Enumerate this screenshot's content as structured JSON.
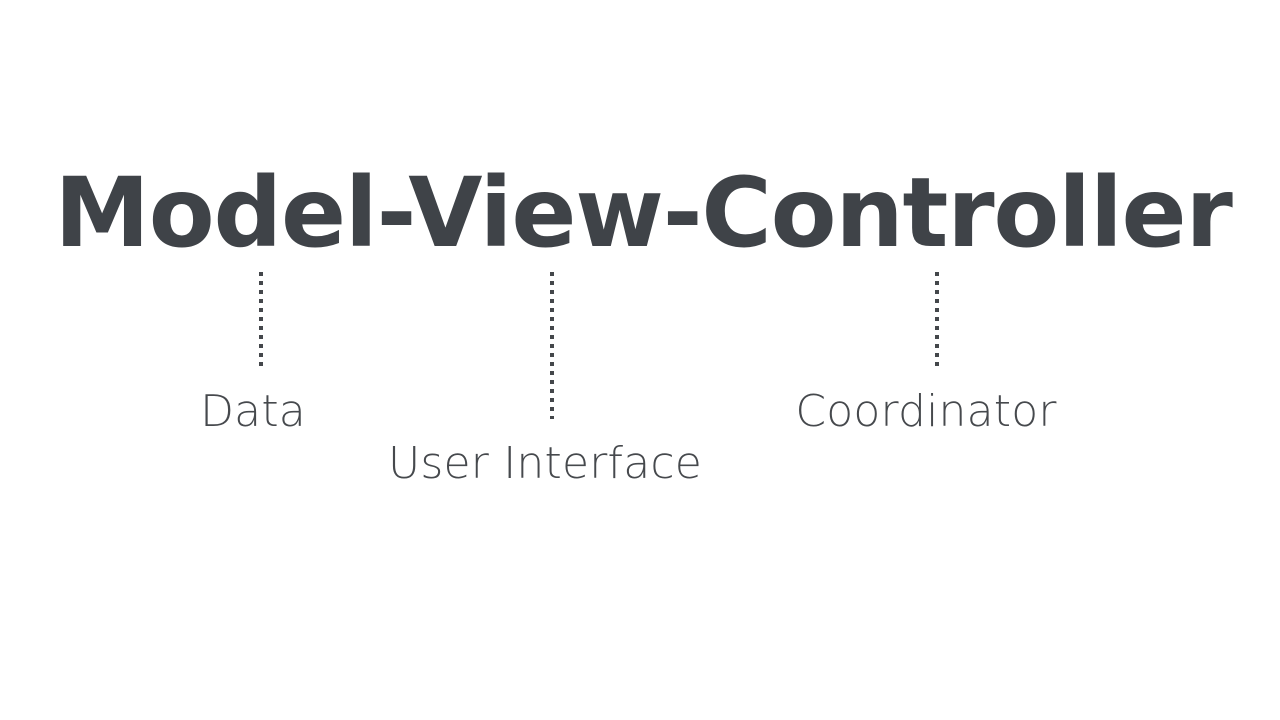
{
  "slide": {
    "background_color": "#ffffff",
    "title": "Model-View-Controller",
    "title_color": "#3f4348",
    "connector_color": "#44474b",
    "label_color": "#46494d"
  },
  "annotations": [
    {
      "term": "Model",
      "label": "Data",
      "connector": "dotted-vertical-line"
    },
    {
      "term": "View",
      "label": "User Interface",
      "connector": "dotted-vertical-line"
    },
    {
      "term": "Controller",
      "label": "Coordinator",
      "connector": "dotted-vertical-line"
    }
  ]
}
